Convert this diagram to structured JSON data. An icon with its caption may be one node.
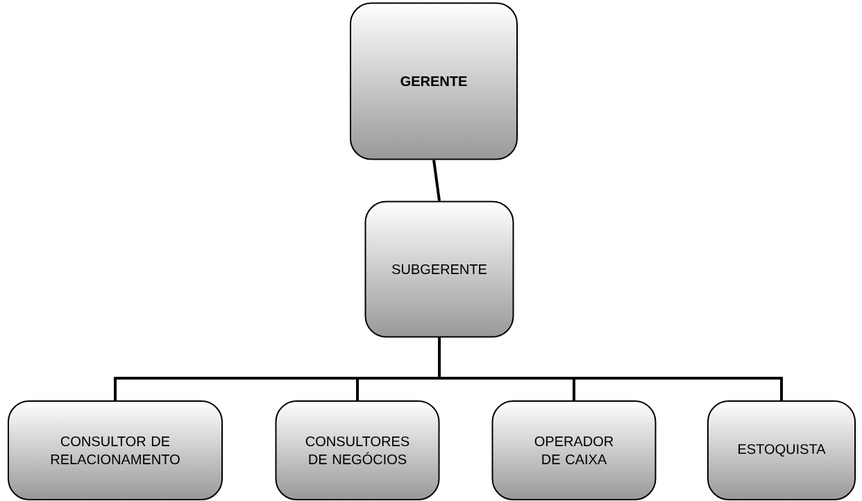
{
  "diagram": {
    "nodes": [
      {
        "text": [
          "GERENTE"
        ]
      },
      {
        "text": [
          "SUBGERENTE"
        ]
      },
      {
        "text": [
          "CONSULTOR DE RELACIONAMENTO"
        ]
      },
      {
        "text": [
          "CONSULTORES DE NEGÓCIOS"
        ]
      },
      {
        "text": [
          "OPERADOR DE CAIXA"
        ]
      },
      {
        "text": [
          "ESTOQUISTA"
        ]
      }
    ],
    "edges": [
      {
        "from": 0,
        "to": 1,
        "arrow": "none"
      },
      {
        "from": 1,
        "to": 2,
        "arrow": "none"
      },
      {
        "from": 1,
        "to": 3,
        "arrow": "none"
      },
      {
        "from": 1,
        "to": 4,
        "arrow": "none"
      },
      {
        "from": 1,
        "to": 5,
        "arrow": "none"
      }
    ]
  }
}
